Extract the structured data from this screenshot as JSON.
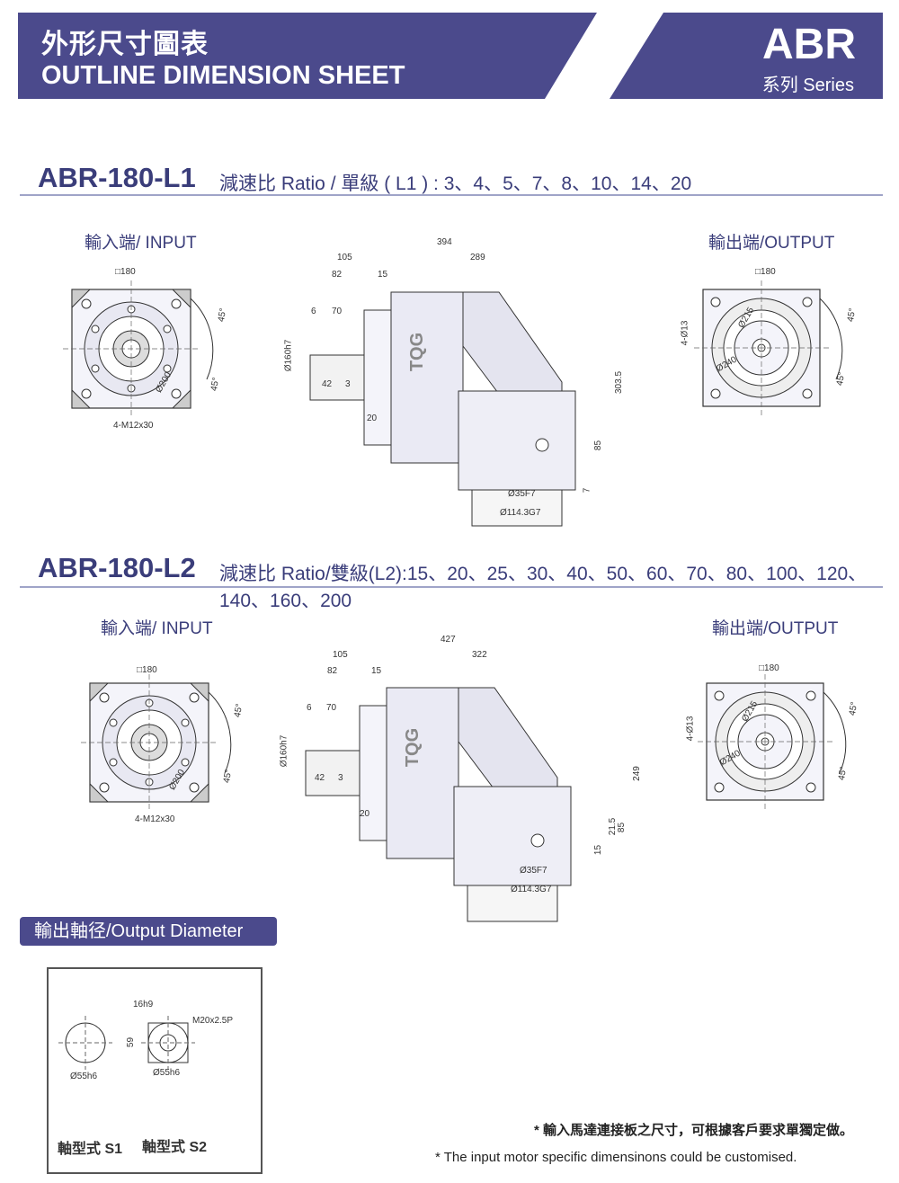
{
  "header": {
    "title_cn": "外形尺寸圖表",
    "title_en": "OUTLINE DIMENSION SHEET",
    "series_code": "ABR",
    "series_label": "系列 Series",
    "bg_color": "#4b4a8c"
  },
  "sections": [
    {
      "model": "ABR-180-L1",
      "ratio": "減速比 Ratio / 單級 ( L1 ) :  3、4、5、7、8、10、14、20",
      "input_label": "輸入端/ INPUT",
      "output_label": "輸出端/OUTPUT",
      "dims": {
        "total": "394",
        "d105": "105",
        "d289": "289",
        "d82": "82",
        "d15": "15",
        "d6": "6",
        "d70": "70",
        "d42": "42",
        "d3": "3",
        "d20": "20",
        "h303": "303.5",
        "h85": "85",
        "h7": "7",
        "dia160": "Ø160h7",
        "dia35": "Ø35F7",
        "dia114": "Ø114.3G7",
        "sq180": "□180",
        "m12": "4-M12x30",
        "d200": "Ø200",
        "a45a": "45°",
        "a45b": "45°",
        "o13": "4-Ø13",
        "o215": "Ø215",
        "o240": "Ø240",
        "osq": "□180",
        "oa45a": "45°",
        "oa45b": "45°",
        "brand": "TQG"
      }
    },
    {
      "model": "ABR-180-L2",
      "ratio": "減速比 Ratio/雙級(L2):15、20、25、30、40、50、60、70、80、100、120、140、160、200",
      "input_label": "輸入端/ INPUT",
      "output_label": "輸出端/OUTPUT",
      "dims": {
        "total": "427",
        "d105": "105",
        "d289": "322",
        "d82": "82",
        "d15": "15",
        "d6": "6",
        "d70": "70",
        "d42": "42",
        "d3": "3",
        "d20": "20",
        "h303": "249",
        "h85": "85",
        "h21": "21.5",
        "h7": "15",
        "dia160": "Ø160h7",
        "dia35": "Ø35F7",
        "dia114": "Ø114.3G7",
        "sq180": "□180",
        "m12": "4-M12x30",
        "d200": "Ø200",
        "a45a": "45°",
        "a45b": "45°",
        "o13": "4-Ø13",
        "o215": "Ø215",
        "o240": "Ø240",
        "osq": "□180",
        "oa45a": "45°",
        "oa45b": "45°",
        "brand": "TQG"
      }
    }
  ],
  "output_diameter": {
    "badge": "輸出軸径/Output Diameter",
    "s1_dia": "Ø55h6",
    "s2_dia": "Ø55h6",
    "s2_key": "16h9",
    "s2_depth": "59",
    "s2_thread": "M20x2.5P",
    "s1_label": "軸型式  S1",
    "s2_label": "軸型式  S2"
  },
  "notes": {
    "cn": "* 輸入馬達連接板之尺寸，可根據客戶要求單獨定做。",
    "en": "* The input motor specific dimensinons could be customised."
  }
}
